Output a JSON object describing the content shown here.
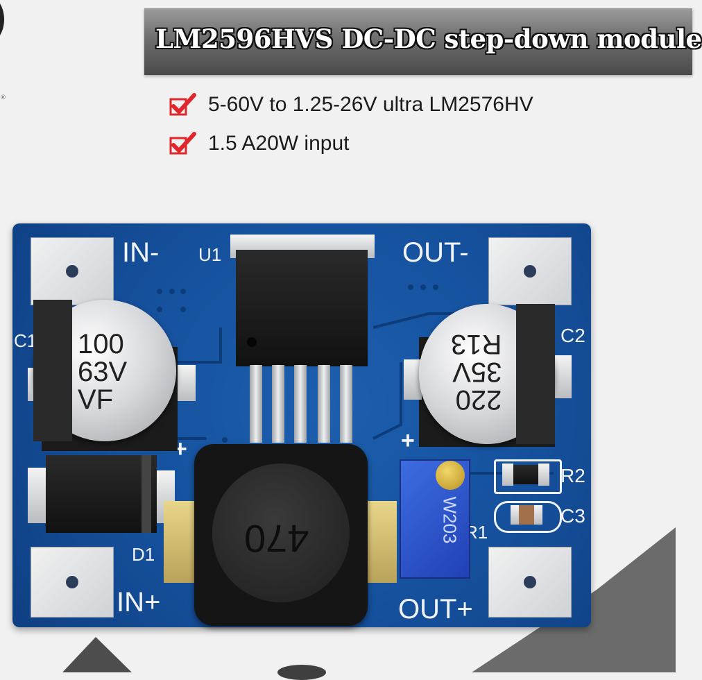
{
  "banner": {
    "title": "LM2596HVS DC-DC step-down module"
  },
  "features": [
    "5-60V to 1.25-26V ultra LM2576HV",
    "1.5 A20W input"
  ],
  "board": {
    "labels": {
      "in_minus": "IN-",
      "u1": "U1",
      "out_minus": "OUT-",
      "c1": "C1",
      "c2": "C2",
      "r2": "R2",
      "c3": "C3",
      "r1": "R1",
      "d1": "D1",
      "in_plus": "IN+",
      "out_plus": "OUT+",
      "plus_left": "+",
      "plus_right": "+"
    },
    "cap_in": [
      "100",
      "63V",
      "VF"
    ],
    "cap_out": [
      "220",
      "35V",
      "R13"
    ],
    "inductor_marking": "470",
    "trimmer_marking": "W203"
  },
  "colors": {
    "pcb": "#15509c",
    "check": "#e0262b",
    "banner": "#6e6e6e"
  }
}
